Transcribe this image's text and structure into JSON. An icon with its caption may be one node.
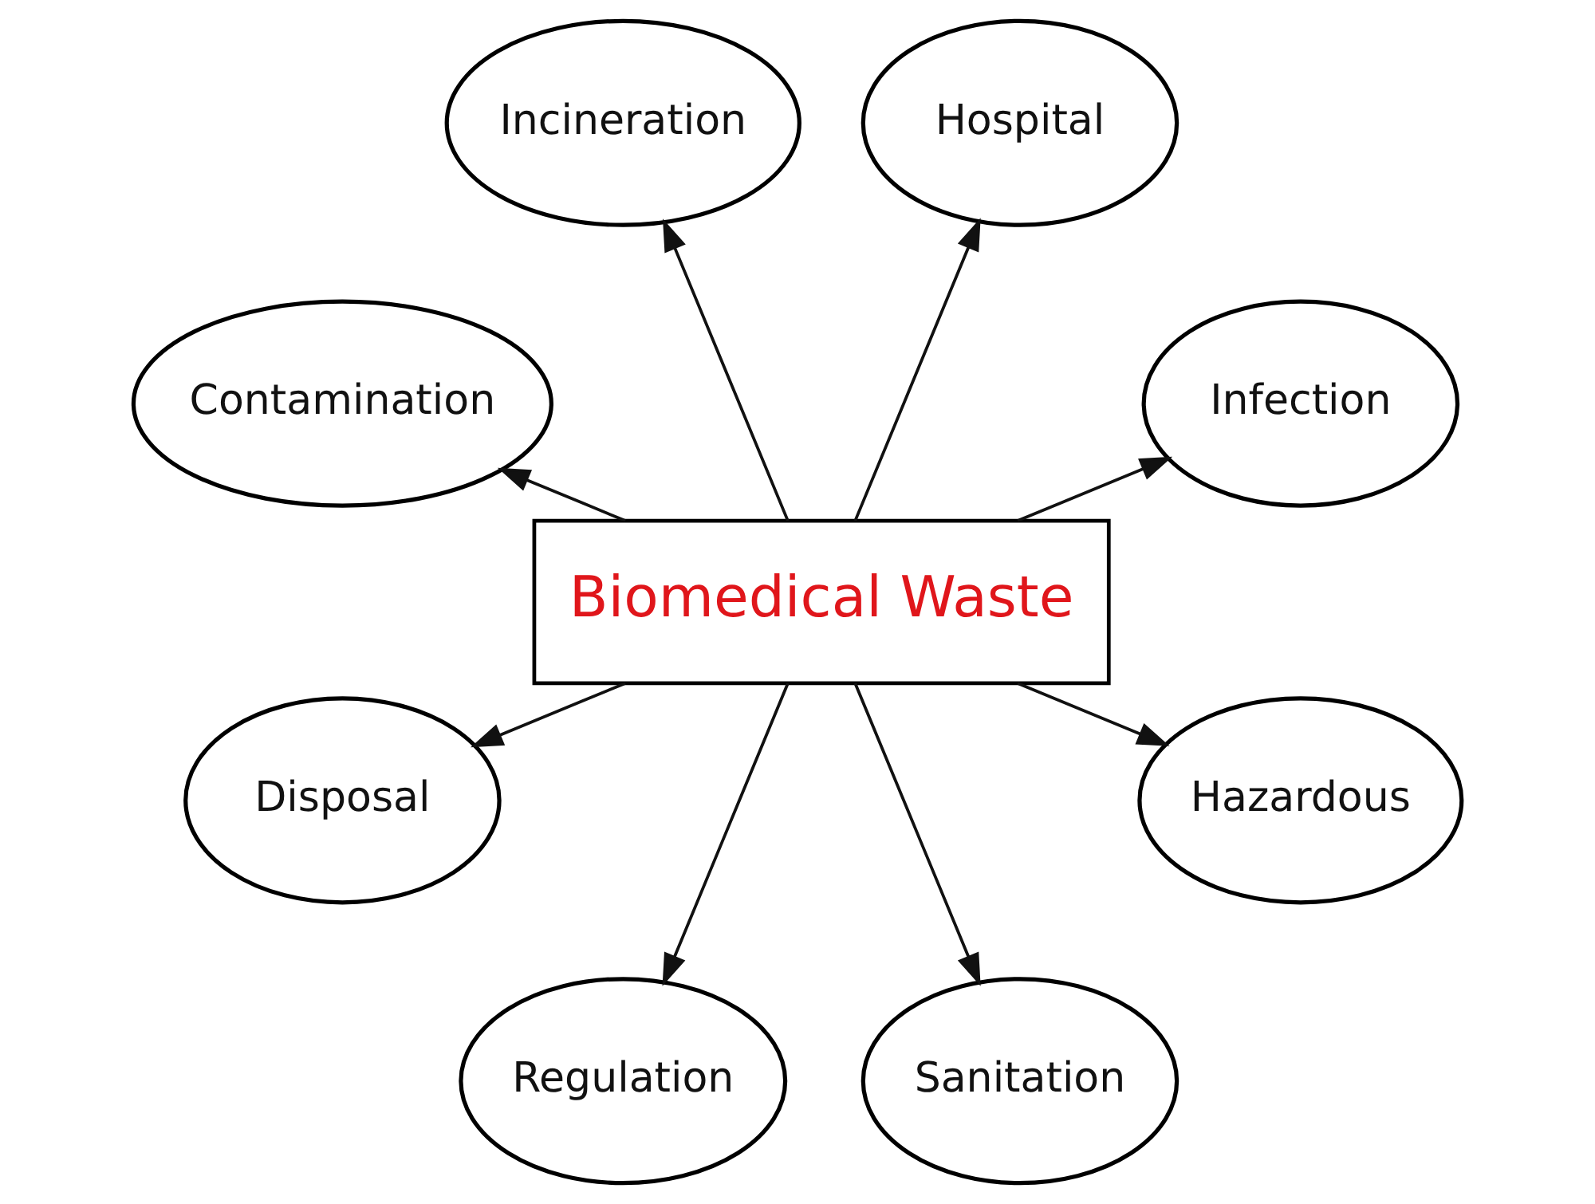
{
  "diagram": {
    "nodes": [
      {
        "text": [
          "Biomedical Waste"
        ]
      },
      {
        "text": [
          "Incineration"
        ]
      },
      {
        "text": [
          "Hospital"
        ]
      },
      {
        "text": [
          "Contamination"
        ]
      },
      {
        "text": [
          "Infection"
        ]
      },
      {
        "text": [
          "Hazardous"
        ]
      },
      {
        "text": [
          "Disposal"
        ]
      },
      {
        "text": [
          "Regulation"
        ]
      },
      {
        "text": [
          "Sanitation"
        ]
      }
    ],
    "edges": [
      {
        "from": 0,
        "to": 1,
        "arrow": "to"
      },
      {
        "from": 0,
        "to": 2,
        "arrow": "to"
      },
      {
        "from": 0,
        "to": 3,
        "arrow": "to"
      },
      {
        "from": 0,
        "to": 4,
        "arrow": "to"
      },
      {
        "from": 0,
        "to": 5,
        "arrow": "to"
      },
      {
        "from": 0,
        "to": 6,
        "arrow": "to"
      },
      {
        "from": 0,
        "to": 7,
        "arrow": "to"
      },
      {
        "from": 0,
        "to": 8,
        "arrow": "to"
      }
    ]
  }
}
